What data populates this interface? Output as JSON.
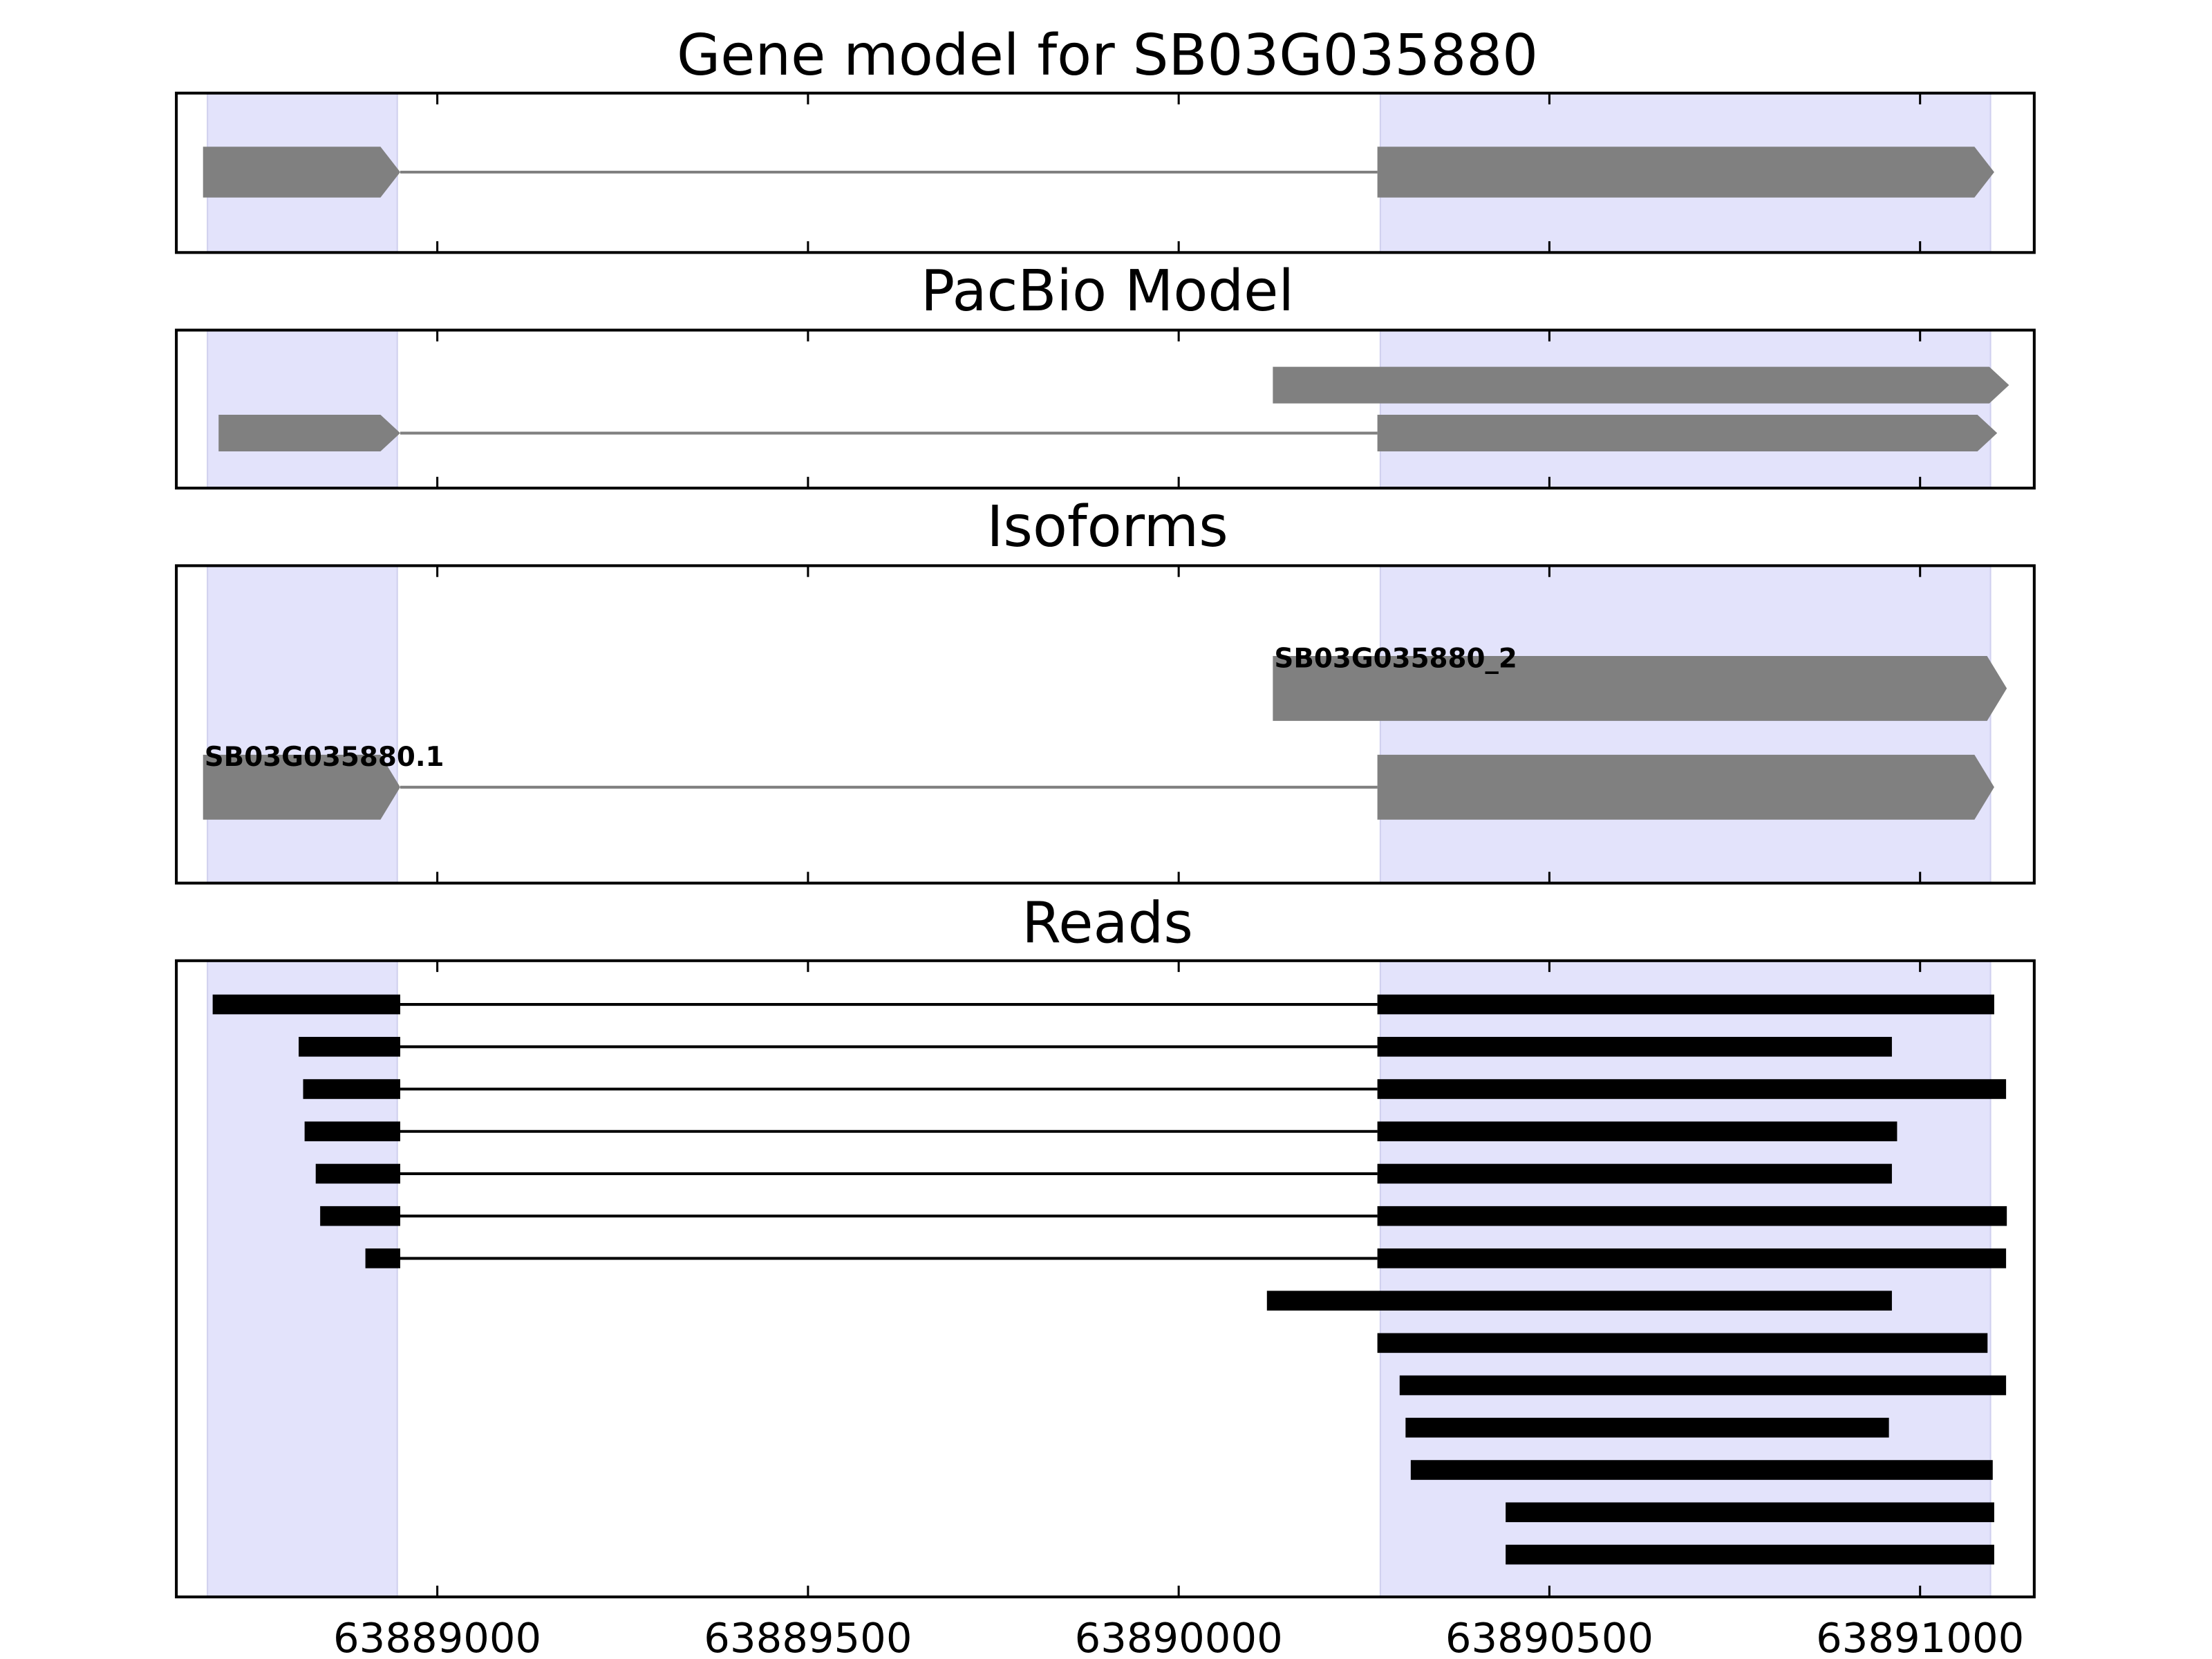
{
  "chart_data": {
    "type": "gene-track",
    "xlim": [
      63888648,
      63891154
    ],
    "xticks": [
      63889000,
      63889500,
      63890000,
      63890500,
      63891000
    ],
    "xtick_labels": [
      "63889000",
      "63889500",
      "63890000",
      "63890500",
      "63891000"
    ],
    "shaded_regions": [
      [
        63888690,
        63888946
      ],
      [
        63890272,
        63891095
      ]
    ],
    "colors": {
      "shade": "#e3e3fb",
      "model": "#808080",
      "read": "#000000"
    },
    "panels": [
      {
        "title": "Gene model for SB03G035880",
        "tracks": [
          {
            "label": "",
            "arrow": true,
            "exons": [
              [
                63888684,
                63888950
              ],
              [
                63890268,
                63891100
              ]
            ]
          }
        ]
      },
      {
        "title": "PacBio Model",
        "tracks": [
          {
            "label": "",
            "arrow": true,
            "exons": [
              [
                63890127,
                63891120
              ]
            ]
          },
          {
            "label": "",
            "arrow": true,
            "exons": [
              [
                63888705,
                63888950
              ],
              [
                63890268,
                63891104
              ]
            ]
          }
        ]
      },
      {
        "title": "Isoforms",
        "tracks": [
          {
            "label": "SB03G035880_2",
            "arrow": true,
            "exons": [
              [
                63890127,
                63891117
              ]
            ]
          },
          {
            "label": "SB03G035880.1",
            "arrow": true,
            "exons": [
              [
                63888684,
                63888950
              ],
              [
                63890268,
                63891100
              ]
            ]
          }
        ]
      },
      {
        "title": "Reads",
        "tracks": [
          {
            "exons": [
              [
                63888697,
                63888950
              ],
              [
                63890268,
                63891100
              ]
            ]
          },
          {
            "exons": [
              [
                63888813,
                63888950
              ],
              [
                63890268,
                63890962
              ]
            ]
          },
          {
            "exons": [
              [
                63888819,
                63888950
              ],
              [
                63890268,
                63891116
              ]
            ]
          },
          {
            "exons": [
              [
                63888821,
                63888950
              ],
              [
                63890268,
                63890969
              ]
            ]
          },
          {
            "exons": [
              [
                63888836,
                63888950
              ],
              [
                63890268,
                63890962
              ]
            ]
          },
          {
            "exons": [
              [
                63888842,
                63888950
              ],
              [
                63890268,
                63891117
              ]
            ]
          },
          {
            "exons": [
              [
                63888903,
                63888950
              ],
              [
                63890268,
                63891116
              ]
            ]
          },
          {
            "exons": [
              [
                63890119,
                63890962
              ]
            ]
          },
          {
            "exons": [
              [
                63890268,
                63891091
              ]
            ]
          },
          {
            "exons": [
              [
                63890298,
                63891116
              ]
            ]
          },
          {
            "exons": [
              [
                63890306,
                63890958
              ]
            ]
          },
          {
            "exons": [
              [
                63890313,
                63891098
              ]
            ]
          },
          {
            "exons": [
              [
                63890441,
                63891100
              ]
            ]
          },
          {
            "exons": [
              [
                63890441,
                63891100
              ]
            ]
          }
        ]
      }
    ]
  }
}
